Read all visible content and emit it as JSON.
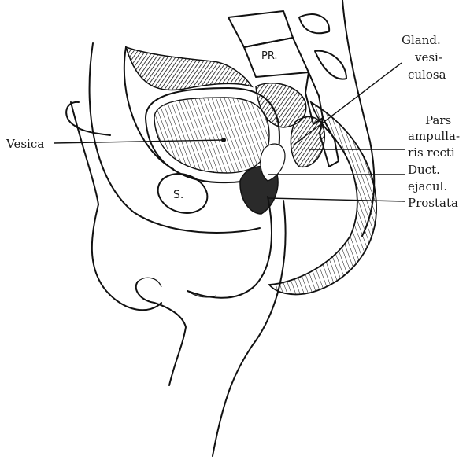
{
  "figure": {
    "labels": {
      "vesica": "Vesica",
      "gland_line1": "Gland.",
      "gland_line2": "vesi-",
      "gland_line3": "culosa",
      "pars_line1": "Pars",
      "pars_line2": "ampulla-",
      "pars_line3": "ris recti",
      "duct_line1": "Duct.",
      "duct_line2": "ejacul.",
      "prostata": "Prostata",
      "pr": "PR.",
      "s": "S."
    }
  }
}
